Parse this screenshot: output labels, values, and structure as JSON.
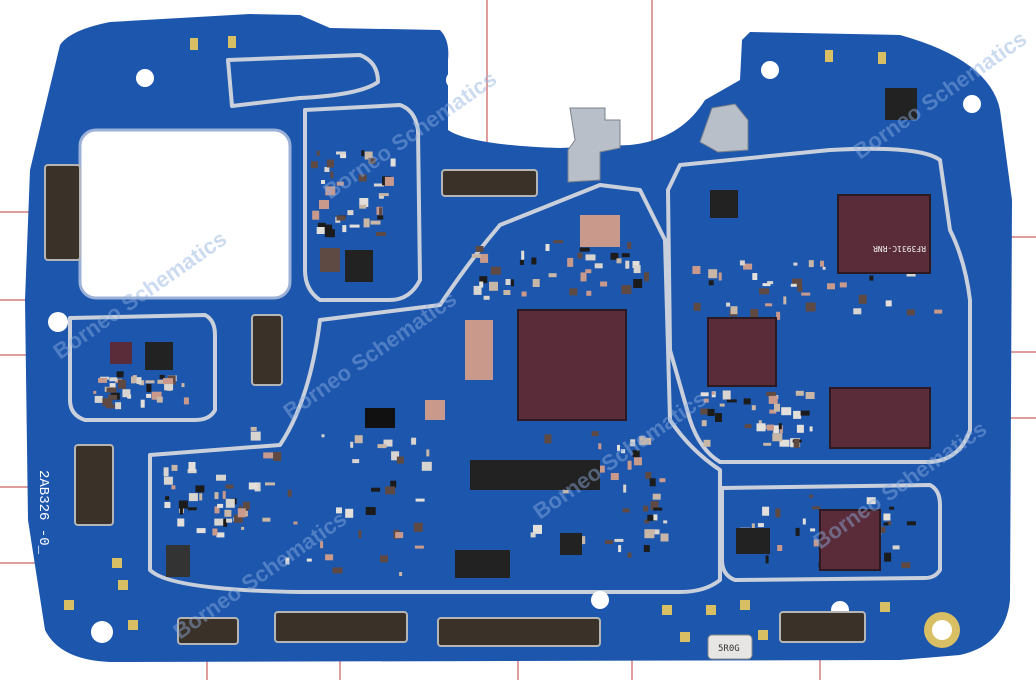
{
  "image": {
    "board_label": "2AB326 -0_",
    "chip_marking": "RF3931C-RNR",
    "resistor_marking": "5R0G",
    "watermark_text": "Borneo Schematics",
    "colors": {
      "pcb": "#1d56ad",
      "pcb_dark": "#154596",
      "shield_line": "#c9d0db",
      "gold": "#d9bf64",
      "chip": "#5a2c3a",
      "connector": "#3a3128",
      "background": "#ffffff",
      "callout_line": "#c23b3b"
    }
  }
}
